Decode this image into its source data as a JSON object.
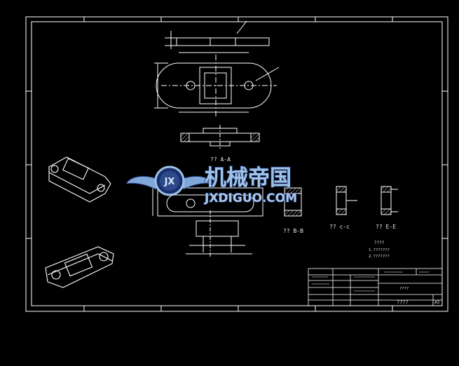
{
  "views": {
    "section_aa": "?? A-A",
    "section_bb": "?? B-B",
    "section_cc": "?? c-c",
    "section_ee": "?? E-E"
  },
  "notes": {
    "line1": "????",
    "line2": "1.???????",
    "line3": "2.???????"
  },
  "title_block": {
    "drawing_name": "????",
    "part_name": "????",
    "sheet": "A3"
  },
  "watermark": {
    "emblem_text": "JX",
    "chinese": "机械帝国",
    "domain": "JXDIGUO.COM"
  },
  "colors": {
    "background": "#000000",
    "lines": "#ffffff",
    "watermark": "#9fc3e6"
  }
}
